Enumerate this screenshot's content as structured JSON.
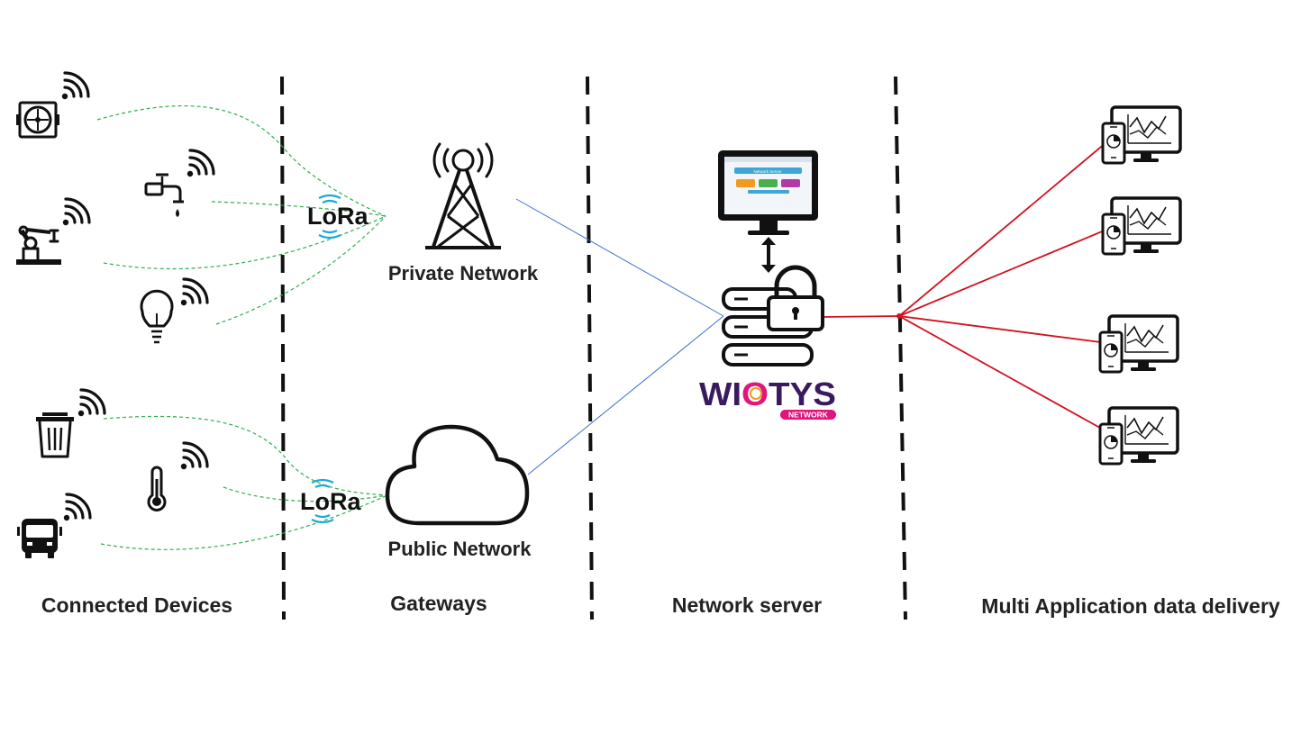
{
  "sections": {
    "devices": "Connected Devices",
    "gateways": "Gateways",
    "server": "Network server",
    "delivery": "Multi Application data delivery"
  },
  "gateways": {
    "private": "Private Network",
    "public": "Public Network",
    "lora_top": "LoRa",
    "lora_bottom": "LoRa"
  },
  "brand": {
    "name": "WIOTYS",
    "sub": "NETWORK",
    "color_start": "#3a1a5e",
    "color_accent": "#e3147a"
  },
  "monitor_screen": {
    "title": "Network Server"
  },
  "icons": {
    "devices": [
      "fan-icon",
      "faucet-icon",
      "robot-arm-icon",
      "light-bulb-icon",
      "trash-bin-icon",
      "thermometer-icon",
      "bus-icon"
    ],
    "gateway_private": "radio-tower-icon",
    "gateway_public": "cloud-icon",
    "server": "server-lock-icon",
    "apps": "desktop-phone-dashboard-icon"
  },
  "colors": {
    "device_links": "#2fae4c",
    "gateway_links": "#3b6fd1",
    "app_links": "#d0111e",
    "wifi_lora": "#1aa9d8"
  }
}
